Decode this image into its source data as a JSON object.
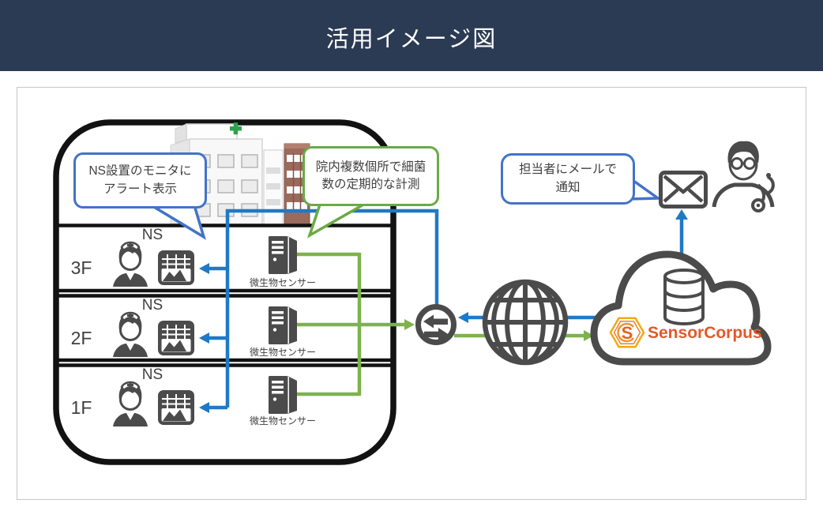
{
  "header": {
    "title": "活用イメージ図"
  },
  "colors": {
    "navy": "#2c3b54",
    "panel_border": "#c6c6c6",
    "outline_black": "#121212",
    "icon_gray": "#4b4b4b",
    "line_blue": "#1f79c6",
    "bubble_blue": "#4273c8",
    "line_green": "#7cb34c",
    "bubble_green": "#6aaa46",
    "brand_orange": "#e4582c",
    "hex_orange": "#f2a71c",
    "text_gray": "#404040"
  },
  "building": {
    "floors": [
      {
        "label": "3F",
        "ns": "NS",
        "sensor": "微生物センサー"
      },
      {
        "label": "2F",
        "ns": "NS",
        "sensor": "微生物センサー"
      },
      {
        "label": "1F",
        "ns": "NS",
        "sensor": "微生物センサー"
      }
    ]
  },
  "callouts": {
    "monitor_alert": "NS設置のモニタに\nアラート表示",
    "measurement": "院内複数個所で細菌\n数の定期的な計測",
    "email": "担当者にメールで\n通知"
  },
  "cloud": {
    "brand": "SensorCorpus",
    "monogram": "S"
  }
}
